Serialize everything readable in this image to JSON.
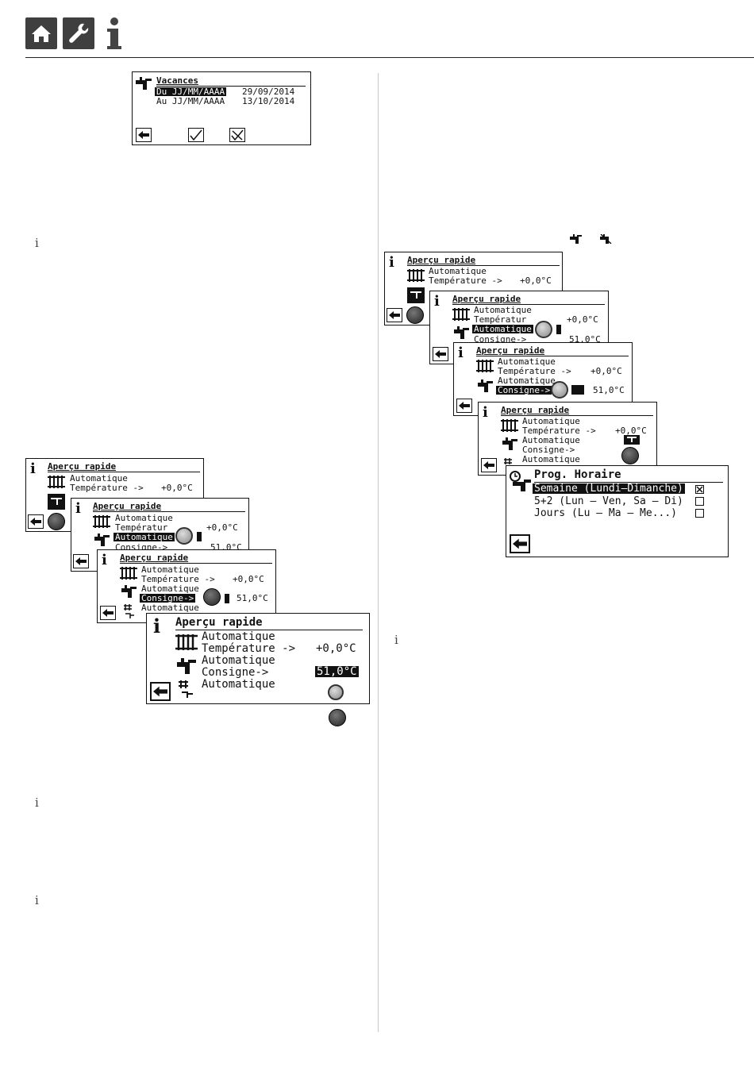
{
  "header": {
    "icons": [
      "home-icon",
      "wrench-icon",
      "info-icon"
    ]
  },
  "vacances": {
    "title": "Vacances",
    "from_label": "Du JJ/MM/AAAA",
    "from_value": "29/09/2014",
    "to_label": "Au JJ/MM/AAAA",
    "to_value": "13/10/2014"
  },
  "apercu": {
    "title": "Aperçu rapide",
    "mode": "Automatique",
    "temp_label": "Température ->",
    "temp_short": "Températur",
    "temp_value": "+0,0°C",
    "consigne_label": "Consigne->",
    "consigne_value": "51,0°C"
  },
  "prog": {
    "title": "Prog. Horaire",
    "options": [
      "Semaine (Lundi–Dimanche)",
      "5+2 (Lun – Ven, Sa – Di)",
      "Jours (Lu – Ma – Me...)"
    ]
  }
}
